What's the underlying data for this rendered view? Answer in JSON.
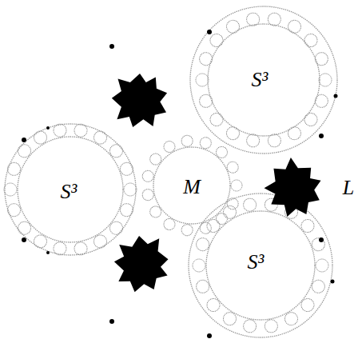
{
  "diagram": {
    "labels": [
      "S³",
      "S³",
      "M",
      "L",
      "S³"
    ]
  }
}
